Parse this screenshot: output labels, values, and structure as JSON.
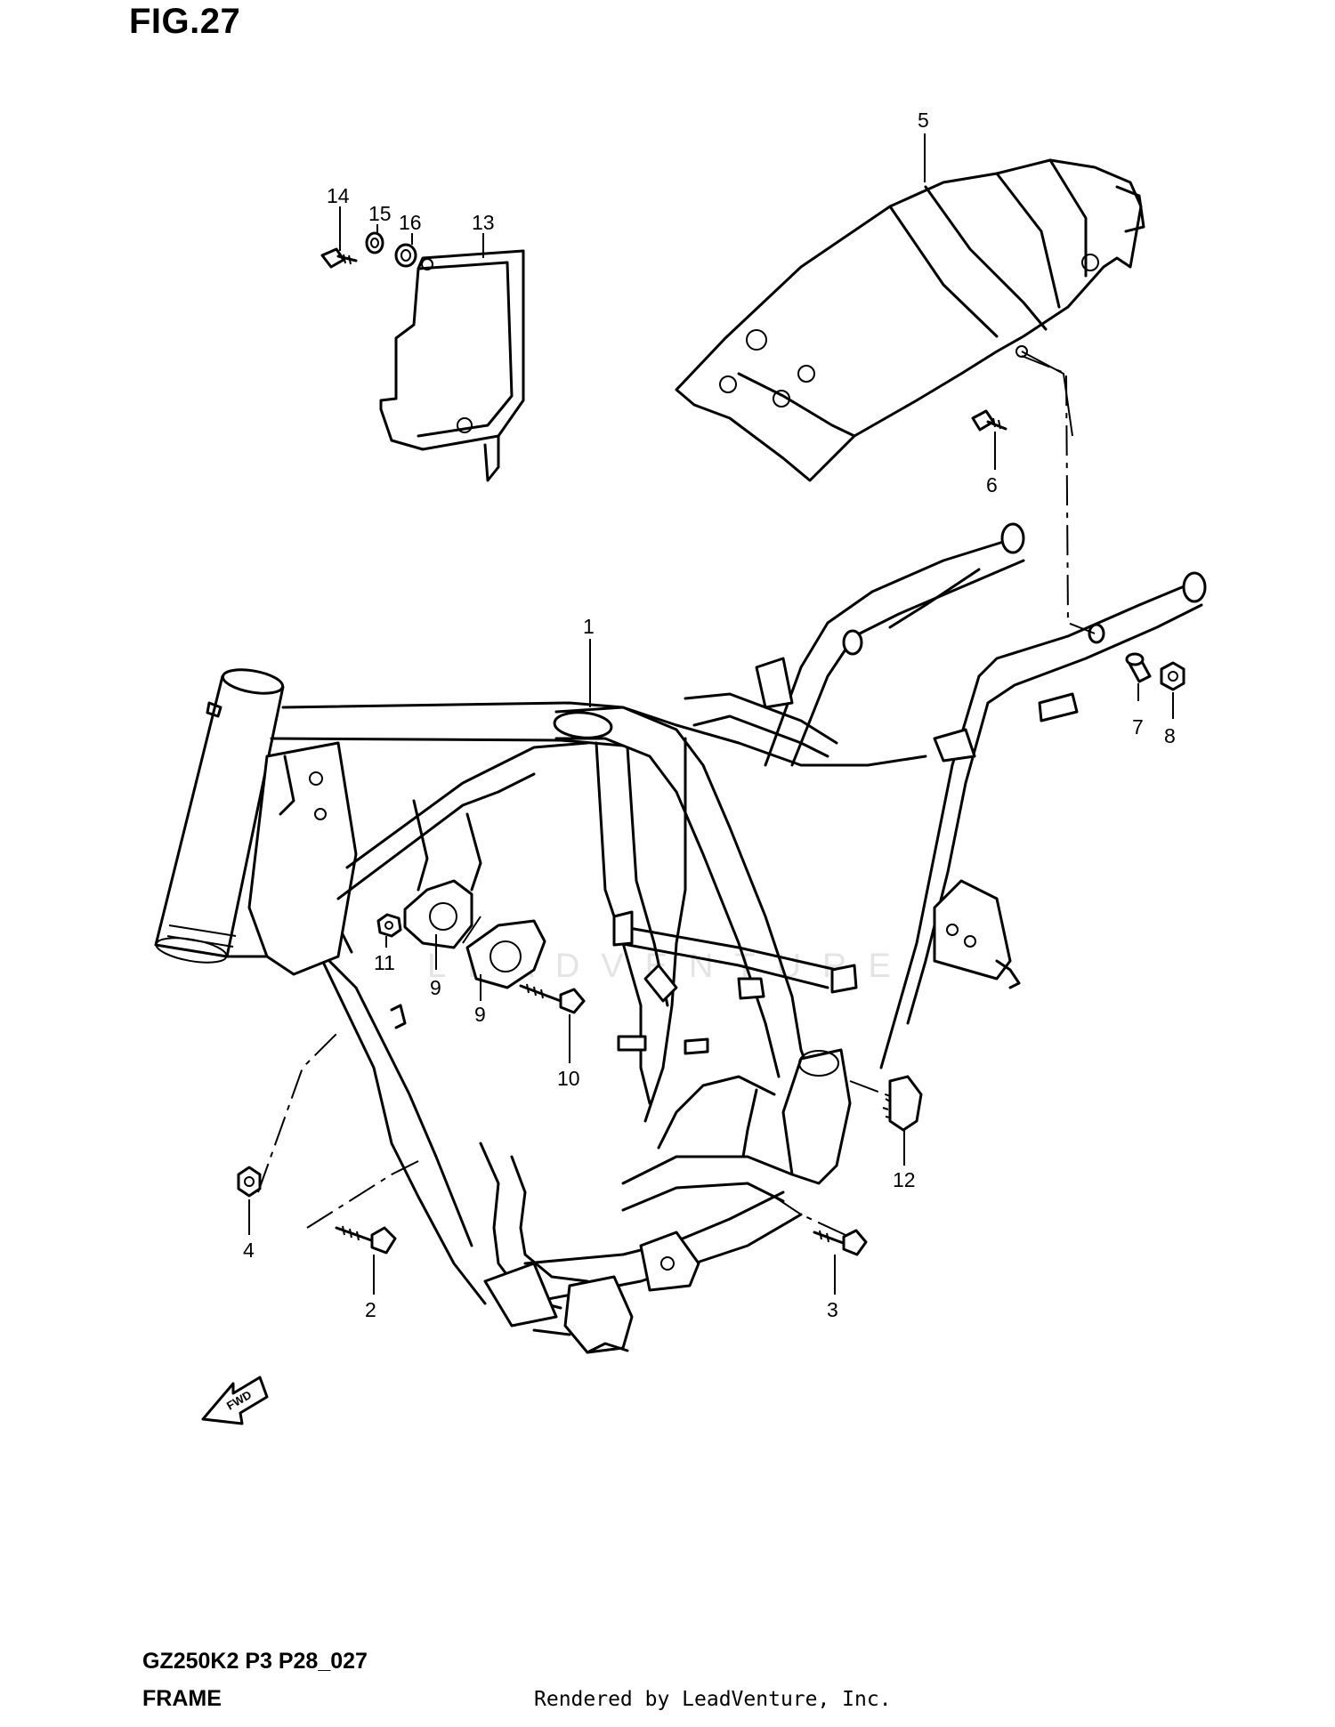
{
  "figure": {
    "title": "FIG.27"
  },
  "footer": {
    "model_code": "GZ250K2  P3  P28_027",
    "section_name": "FRAME",
    "credit": "Rendered by LeadVenture, Inc."
  },
  "watermark": {
    "text": "LEADVENTURE"
  },
  "callouts": [
    "1",
    "2",
    "3",
    "4",
    "5",
    "6",
    "7",
    "8",
    "9",
    "9",
    "10",
    "11",
    "12",
    "13",
    "14",
    "15",
    "16"
  ],
  "fwd_label": "FWD",
  "colors": {
    "ink": "#000000",
    "paper": "#ffffff",
    "watermark": "#e4e4e4"
  }
}
